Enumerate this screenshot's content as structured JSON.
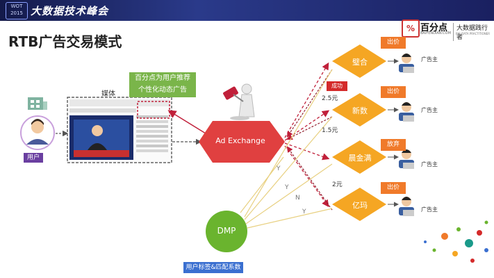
{
  "header": {
    "event_badge_line1": "WOT",
    "event_badge_line2": "2015",
    "event_title": "大数据技术峰会"
  },
  "slide": {
    "title": "RTB广告交易模式"
  },
  "brand": {
    "name": "百分点",
    "name_sub": "BAIFENDIAN.COM",
    "slogan": "大数据践行者",
    "slogan_sub": "BIG DATA PRACTITIONER"
  },
  "diagram": {
    "user_label": "用户",
    "media_label": "媒体",
    "callout_line1": "百分点为用户推荐",
    "callout_line2": "个性化动态广告",
    "exchange_label": "Ad Exchange",
    "dmp_label": "DMP",
    "dmp_caption": "用户标签&匹配系数",
    "success_label": "成功",
    "dsps": [
      {
        "name": "璧合",
        "action": "出价",
        "advertiser": "广告主"
      },
      {
        "name": "新数",
        "action": "出价",
        "advertiser": "广告主"
      },
      {
        "name": "晨金满",
        "action": "放弃",
        "advertiser": "广告主"
      },
      {
        "name": "亿玛",
        "action": "出价",
        "advertiser": "广告主"
      }
    ],
    "bids": [
      "2.5元",
      "1.5元",
      "2元"
    ],
    "match_marks": [
      "Y",
      "Y",
      "N",
      "Y"
    ]
  },
  "colors": {
    "exchange": "#e04040",
    "dsp": "#f5a623",
    "dmp": "#6ab42e",
    "price_badge": "#f07a2a",
    "arrow": "#c0203a"
  }
}
